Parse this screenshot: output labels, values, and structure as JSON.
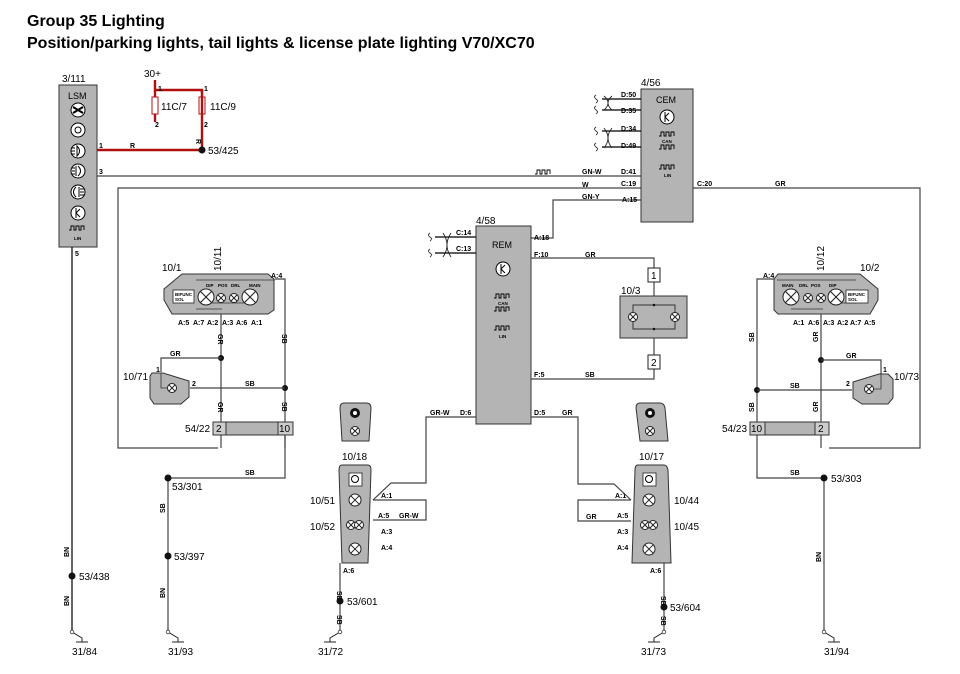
{
  "header": {
    "title": "Group 35 Lighting",
    "subtitle": "Position/parking lights, tail lights & license plate lighting V70/XC70"
  },
  "modules": {
    "lsm": {
      "id": "3/111",
      "name": "LSM",
      "bus": "LIN",
      "pins": [
        "1",
        "3",
        "5"
      ]
    },
    "cem": {
      "id": "4/56",
      "name": "CEM",
      "bus_can": "CAN",
      "bus_lin": "LIN",
      "pins_left": [
        "D:50",
        "D:35",
        "D:34",
        "D:49",
        "D:41",
        "C:19",
        "A:15"
      ],
      "pin_right": "C:20"
    },
    "rem": {
      "id": "4/58",
      "name": "REM",
      "bus_can": "CAN",
      "bus_lin": "LIN",
      "pins_left": [
        "C:14",
        "C:13",
        "D:6"
      ],
      "pins_right": [
        "A:18",
        "F:10",
        "F:5",
        "D:5"
      ]
    }
  },
  "fuses": {
    "supply": "30+",
    "f1": {
      "id": "11C/7",
      "pin1": "1",
      "pin2": "2"
    },
    "f2": {
      "id": "11C/9",
      "pin1": "1",
      "pin2": "2"
    },
    "splice": "53/425"
  },
  "front_left": {
    "unit": "10/1",
    "sub": "10/11",
    "pin_top": "A:4",
    "lamps": [
      "DIP",
      "POS",
      "DRL",
      "MAIN"
    ],
    "module": "BIFUNC\nSOL",
    "module_l1": "BIFUNC",
    "module_l2": "SOL",
    "pins": [
      "A:5",
      "A:7",
      "A:2",
      "A:3",
      "A:6",
      "A:1"
    ],
    "side_marker": "10/71",
    "sm_pin1": "1",
    "sm_pin2": "2",
    "connector": "54/22",
    "conn_pins": [
      "2",
      "10"
    ]
  },
  "front_right": {
    "unit": "10/2",
    "sub": "10/12",
    "pin_top": "A:4",
    "lamps": [
      "MAIN",
      "DRL",
      "POS",
      "DIP"
    ],
    "module_l1": "BIFUNC",
    "module_l2": "SOL",
    "pins": [
      "A:1",
      "A:6",
      "A:3",
      "A:2",
      "A:7",
      "A:5"
    ],
    "side_marker": "10/73",
    "sm_pin1": "1",
    "sm_pin2": "2",
    "connector": "54/23",
    "conn_pins": [
      "10",
      "2"
    ]
  },
  "license_plate": {
    "id": "10/3",
    "pin1": "1",
    "pin2": "2"
  },
  "rear_left": {
    "unit": "10/18",
    "lamp1": "10/51",
    "lamp2": "10/52",
    "pins": [
      "A:1",
      "A:5",
      "A:3",
      "A:4",
      "A:6"
    ]
  },
  "rear_right": {
    "unit": "10/17",
    "lamp1": "10/44",
    "lamp2": "10/45",
    "pins": [
      "A:1",
      "A:5",
      "A:3",
      "A:4",
      "A:6"
    ]
  },
  "splices": {
    "s301": "53/301",
    "s397": "53/397",
    "s438": "53/438",
    "s601": "53/601",
    "s604": "53/604",
    "s303": "53/303"
  },
  "grounds": {
    "g84": "31/84",
    "g93": "31/93",
    "g72": "31/72",
    "g73": "31/73",
    "g94": "31/94"
  },
  "wires": {
    "R": "R",
    "GN_W": "GN-W",
    "W": "W",
    "GN_Y": "GN-Y",
    "GR": "GR",
    "SB": "SB",
    "BN": "BN",
    "GR_W": "GR-W"
  },
  "colors": {
    "power_wire": "#b01010",
    "module_fill": "#b4b4b4"
  }
}
